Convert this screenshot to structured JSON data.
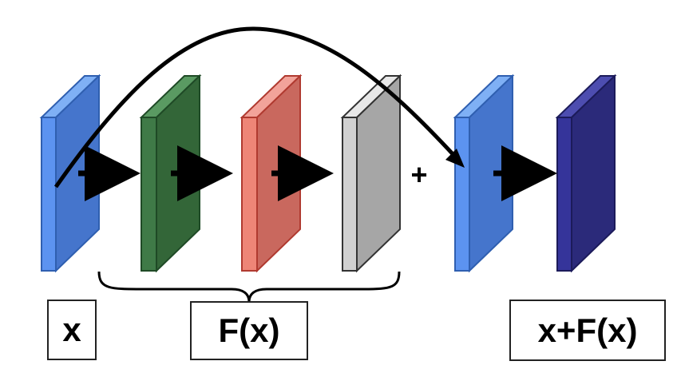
{
  "labels": {
    "input": "x",
    "residual_function": "F(x)",
    "output": "x+F(x)"
  },
  "operator": "+",
  "colors": {
    "input_layer": "#4A7FD0",
    "layer_1": "#3A6B42",
    "layer_2": "#D06A5E",
    "layer_3": "#A9A9A9",
    "sum_layer": "#4A7FD0",
    "output_layer": "#2B2A7A",
    "arrows": "#000000"
  }
}
